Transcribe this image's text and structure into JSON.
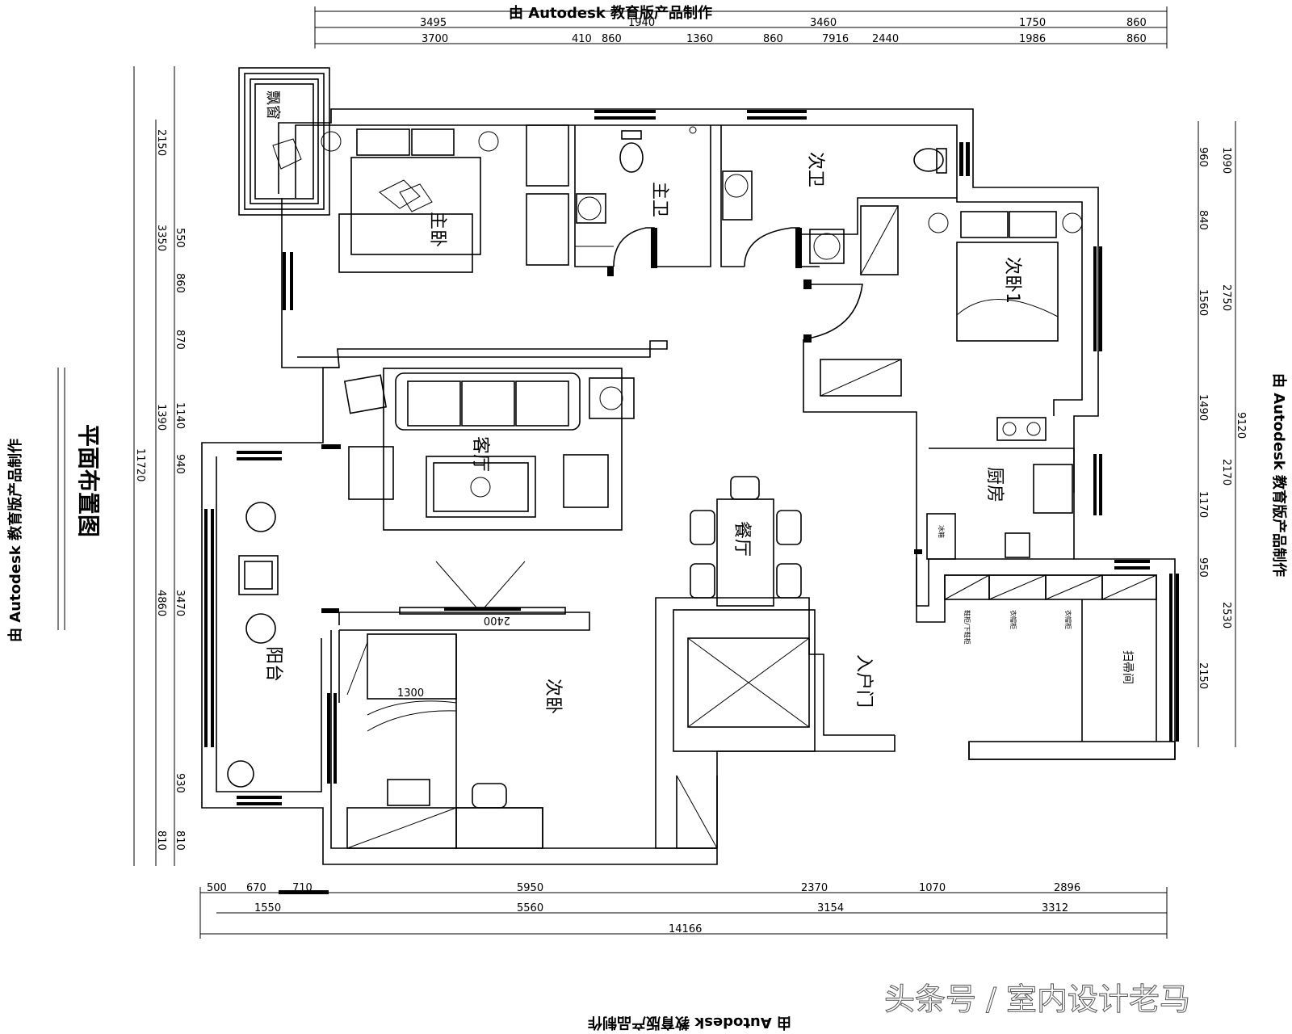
{
  "watermark": {
    "top": "由 Autodesk 教育版产品制作",
    "bottom": "由 Autodesk 教育版产品制作",
    "left": "由 Autodesk 教育版产品制作",
    "right": "由 Autodesk 教育版产品制作"
  },
  "title": "平面布置图",
  "credit": "头条号 / 室内设计老马",
  "rooms": {
    "bay_window": "飘窗",
    "master_bedroom": "主卧",
    "master_bath": "主卫",
    "second_bath": "次卫",
    "second_bedroom_1": "次卧1",
    "living_room": "客厅",
    "dining_room": "餐厅",
    "kitchen": "厨房",
    "balcony": "阳台",
    "second_bedroom": "次卧",
    "entrance": "入户门"
  },
  "furniture_labels": {
    "fridge": "冰箱",
    "shoe_cabinet": "鞋柜/下鞋柜",
    "wardrobe_a": "衣帽柜",
    "wardrobe_b": "衣帽柜",
    "storage": "扫帚间"
  },
  "dims": {
    "top_row1": [
      "3495",
      "1940",
      "3460",
      "1750",
      "860"
    ],
    "top_row2": [
      "3700",
      "410",
      "860",
      "1360",
      "860",
      "7916",
      "2440",
      "1986",
      "860"
    ],
    "left_outer": [
      "2150",
      "3350",
      "1390",
      "11720",
      "4860",
      "810"
    ],
    "left_inner": [
      "550",
      "860",
      "870",
      "1140",
      "940",
      "3470",
      "930",
      "810"
    ],
    "right_outer": [
      "1090",
      "2750",
      "9120",
      "2530"
    ],
    "right_inner": [
      "960",
      "840",
      "1560",
      "1490",
      "2170",
      "1170",
      "950",
      "2150"
    ],
    "bottom_row1": [
      "500",
      "670",
      "710",
      "5950",
      "2370",
      "1070",
      "2896"
    ],
    "bottom_row2": [
      "1550",
      "5560",
      "3154",
      "3312"
    ],
    "bottom_total": "14166",
    "tv_cabinet": "2400",
    "bed_width": "1300"
  }
}
